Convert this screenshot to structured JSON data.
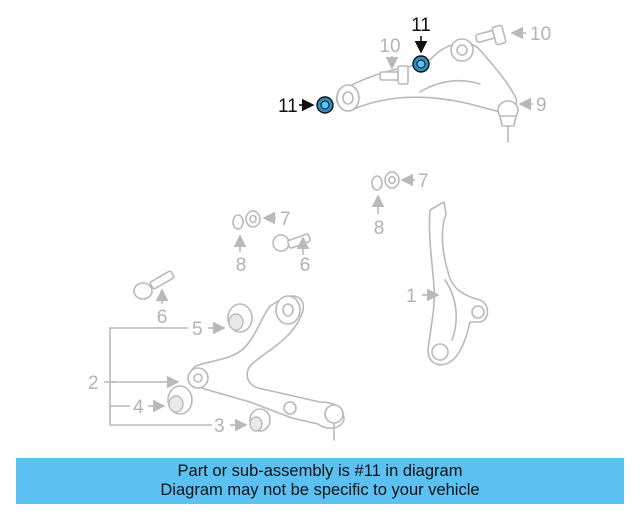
{
  "diagram": {
    "callouts": {
      "c1": "1",
      "c2": "2",
      "c3": "3",
      "c4": "4",
      "c5": "5",
      "c6a": "6",
      "c6b": "6",
      "c7a": "7",
      "c7b": "7",
      "c8a": "8",
      "c8b": "8",
      "c9": "9",
      "c10a": "10",
      "c10b": "10",
      "c11a": "11",
      "c11b": "11"
    },
    "highlight_color": "#5bc1f3"
  },
  "footer": {
    "line1": "Part or sub-assembly is #11 in diagram",
    "line2": "Diagram may not be specific to your vehicle",
    "background": "#5bc1f3"
  }
}
